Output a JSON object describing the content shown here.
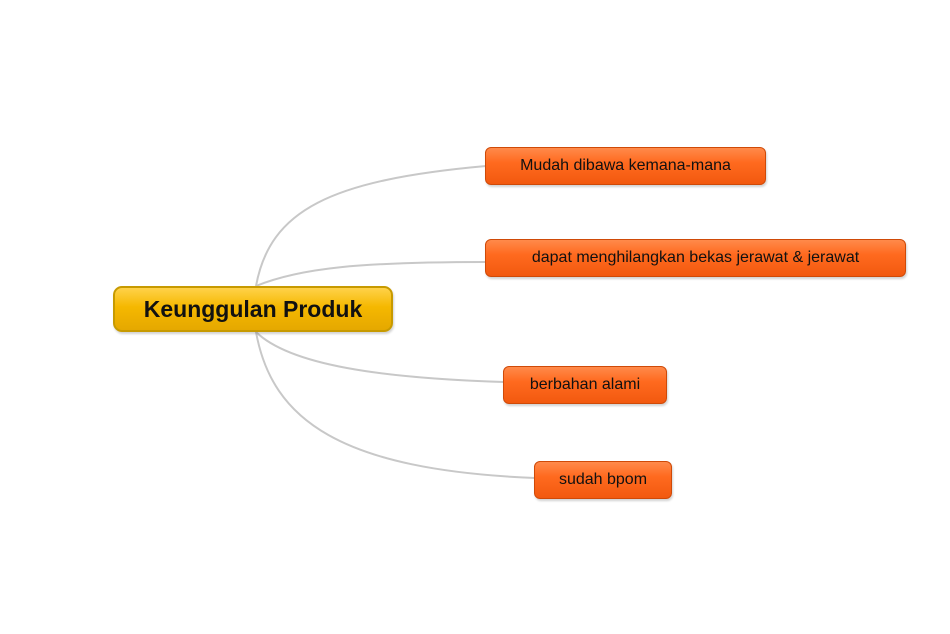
{
  "mindmap": {
    "central": {
      "label": "Keunggulan Produk",
      "color": "#f5b800"
    },
    "branches": [
      {
        "label": "Mudah dibawa kemana-mana",
        "color": "#ff6a1f"
      },
      {
        "label": "dapat menghilangkan bekas jerawat & jerawat",
        "color": "#ff6a1f"
      },
      {
        "label": "berbahan alami",
        "color": "#ff6a1f"
      },
      {
        "label": "sudah bpom",
        "color": "#ff6a1f"
      }
    ],
    "connector_color": "#c8c8c8"
  }
}
